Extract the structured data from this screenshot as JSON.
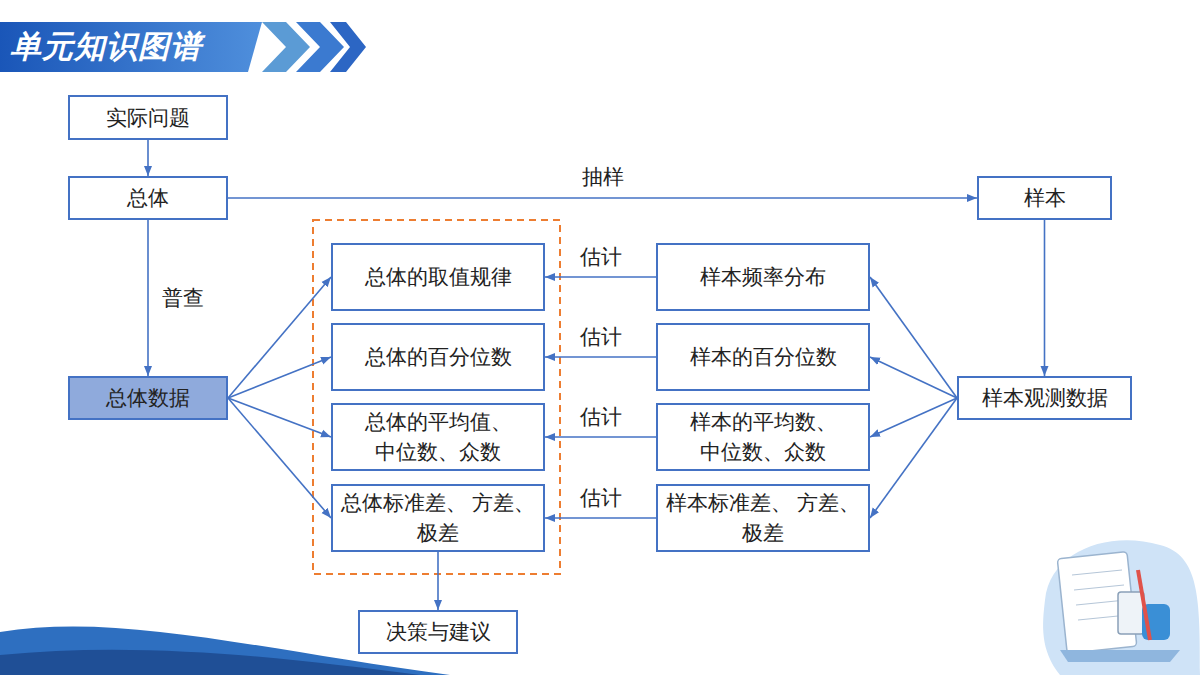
{
  "diagram": {
    "title": "单元知识图谱",
    "nodes": [
      {
        "text": [
          "实际问题"
        ]
      },
      {
        "text": [
          "总体"
        ]
      },
      {
        "text": [
          "样本"
        ]
      },
      {
        "text": [
          "总体的取值规律"
        ]
      },
      {
        "text": [
          "样本频率分布"
        ]
      },
      {
        "text": [
          "总体的百分位数"
        ]
      },
      {
        "text": [
          "样本的百分位数"
        ]
      },
      {
        "text": [
          "总体数据"
        ]
      },
      {
        "text": [
          "样本观测数据"
        ]
      },
      {
        "text": [
          "总体的平均值、 中位数、众数"
        ]
      },
      {
        "text": [
          "样本的平均数、 中位数、众数"
        ]
      },
      {
        "text": [
          "总体标准差、 方差、极差"
        ]
      },
      {
        "text": [
          "样本标准差、 方差、极差"
        ]
      },
      {
        "text": [
          "决策与建议"
        ]
      }
    ],
    "edges": [
      {
        "from": 0,
        "to": 1,
        "arrow": "to"
      },
      {
        "from": 1,
        "to": 2,
        "label": "抽样",
        "arrow": "to"
      },
      {
        "from": 1,
        "to": 7,
        "label": "普查",
        "arrow": "to"
      },
      {
        "from": 2,
        "to": 8,
        "arrow": "to"
      },
      {
        "from": 7,
        "to": 3,
        "arrow": "to"
      },
      {
        "from": 7,
        "to": 5,
        "arrow": "to"
      },
      {
        "from": 7,
        "to": 9,
        "arrow": "to"
      },
      {
        "from": 7,
        "to": 11,
        "arrow": "to"
      },
      {
        "from": 8,
        "to": 4,
        "arrow": "to"
      },
      {
        "from": 8,
        "to": 6,
        "arrow": "to"
      },
      {
        "from": 8,
        "to": 10,
        "arrow": "to"
      },
      {
        "from": 8,
        "to": 12,
        "arrow": "to"
      },
      {
        "from": 4,
        "to": 3,
        "label": "估计",
        "arrow": "to"
      },
      {
        "from": 6,
        "to": 5,
        "label": "估计",
        "arrow": "to"
      },
      {
        "from": 10,
        "to": 9,
        "label": "估计",
        "arrow": "to"
      },
      {
        "from": 12,
        "to": 11,
        "label": "估计",
        "arrow": "to"
      },
      {
        "from": 11,
        "to": 13,
        "arrow": "to"
      }
    ]
  }
}
